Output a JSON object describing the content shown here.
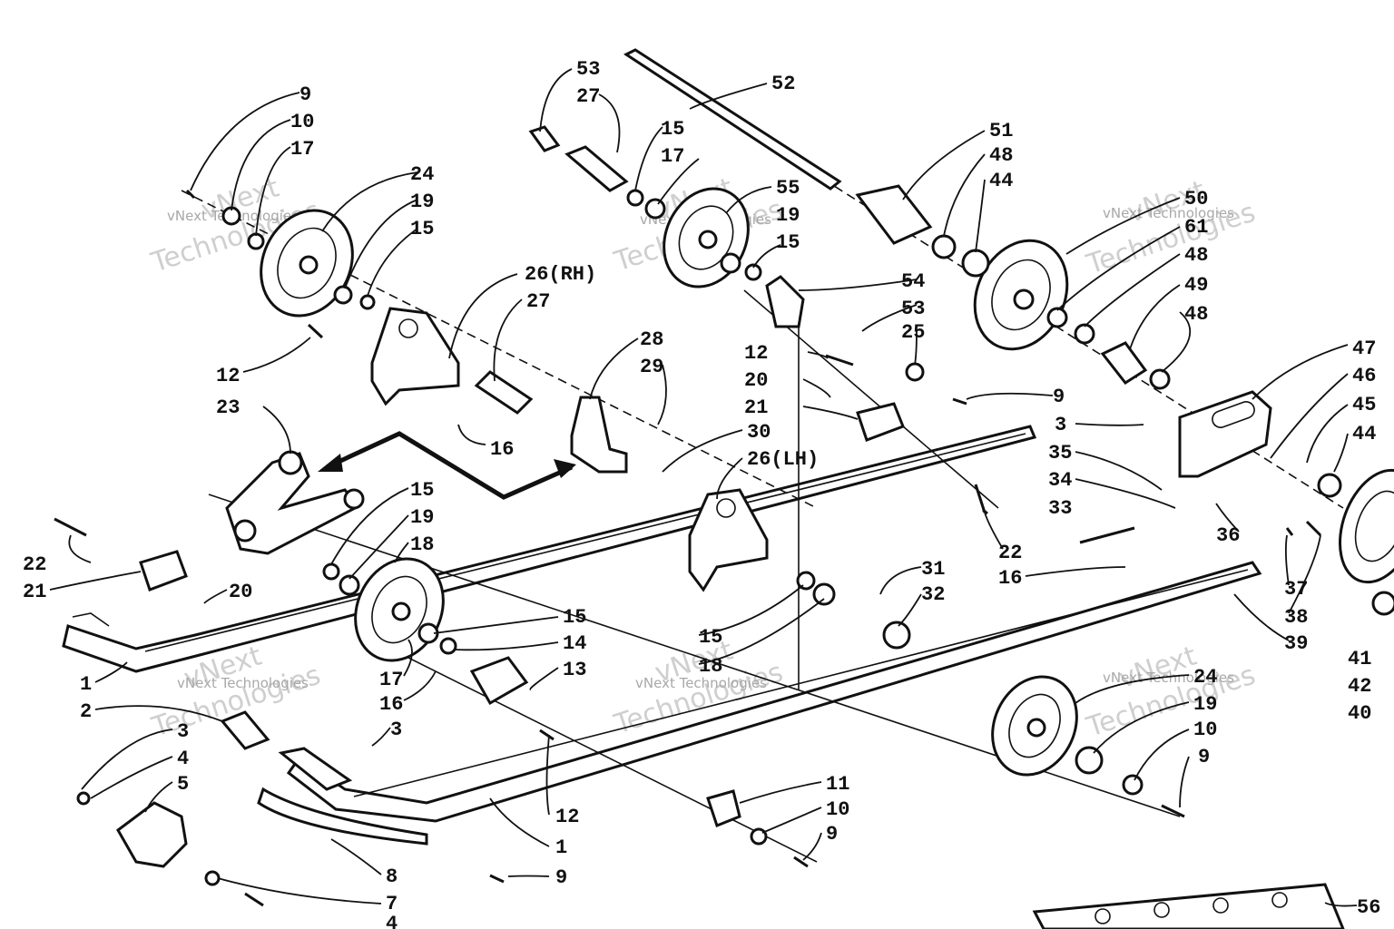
{
  "watermark": {
    "line1": "vNext",
    "line2": "Technologies",
    "small": "vNext Technologies"
  },
  "callouts": [
    {
      "text": "9"
    },
    {
      "text": "10"
    },
    {
      "text": "17"
    },
    {
      "text": "24"
    },
    {
      "text": "19"
    },
    {
      "text": "15"
    },
    {
      "text": "53"
    },
    {
      "text": "27"
    },
    {
      "text": "52"
    },
    {
      "text": "15"
    },
    {
      "text": "17"
    },
    {
      "text": "55"
    },
    {
      "text": "19"
    },
    {
      "text": "15"
    },
    {
      "text": "51"
    },
    {
      "text": "48"
    },
    {
      "text": "44"
    },
    {
      "text": "50"
    },
    {
      "text": "61"
    },
    {
      "text": "48"
    },
    {
      "text": "49"
    },
    {
      "text": "48"
    },
    {
      "text": "26(RH)"
    },
    {
      "text": "27"
    },
    {
      "text": "12"
    },
    {
      "text": "23"
    },
    {
      "text": "16"
    },
    {
      "text": "28"
    },
    {
      "text": "29"
    },
    {
      "text": "30"
    },
    {
      "text": "26(LH)"
    },
    {
      "text": "54"
    },
    {
      "text": "53"
    },
    {
      "text": "25"
    },
    {
      "text": "12"
    },
    {
      "text": "20"
    },
    {
      "text": "21"
    },
    {
      "text": "9"
    },
    {
      "text": "47"
    },
    {
      "text": "46"
    },
    {
      "text": "45"
    },
    {
      "text": "44"
    },
    {
      "text": "3"
    },
    {
      "text": "35"
    },
    {
      "text": "34"
    },
    {
      "text": "33"
    },
    {
      "text": "36"
    },
    {
      "text": "22"
    },
    {
      "text": "16"
    },
    {
      "text": "37"
    },
    {
      "text": "38"
    },
    {
      "text": "39"
    },
    {
      "text": "31"
    },
    {
      "text": "32"
    },
    {
      "text": "15"
    },
    {
      "text": "19"
    },
    {
      "text": "18"
    },
    {
      "text": "22"
    },
    {
      "text": "21"
    },
    {
      "text": "20"
    },
    {
      "text": "15"
    },
    {
      "text": "14"
    },
    {
      "text": "13"
    },
    {
      "text": "17"
    },
    {
      "text": "16"
    },
    {
      "text": "1"
    },
    {
      "text": "2"
    },
    {
      "text": "3"
    },
    {
      "text": "4"
    },
    {
      "text": "5"
    },
    {
      "text": "3"
    },
    {
      "text": "12"
    },
    {
      "text": "1"
    },
    {
      "text": "9"
    },
    {
      "text": "8"
    },
    {
      "text": "7"
    },
    {
      "text": "4"
    },
    {
      "text": "15"
    },
    {
      "text": "18"
    },
    {
      "text": "24"
    },
    {
      "text": "19"
    },
    {
      "text": "10"
    },
    {
      "text": "9"
    },
    {
      "text": "11"
    },
    {
      "text": "10"
    },
    {
      "text": "9"
    },
    {
      "text": "41"
    },
    {
      "text": "42"
    },
    {
      "text": "40"
    },
    {
      "text": "56"
    }
  ]
}
